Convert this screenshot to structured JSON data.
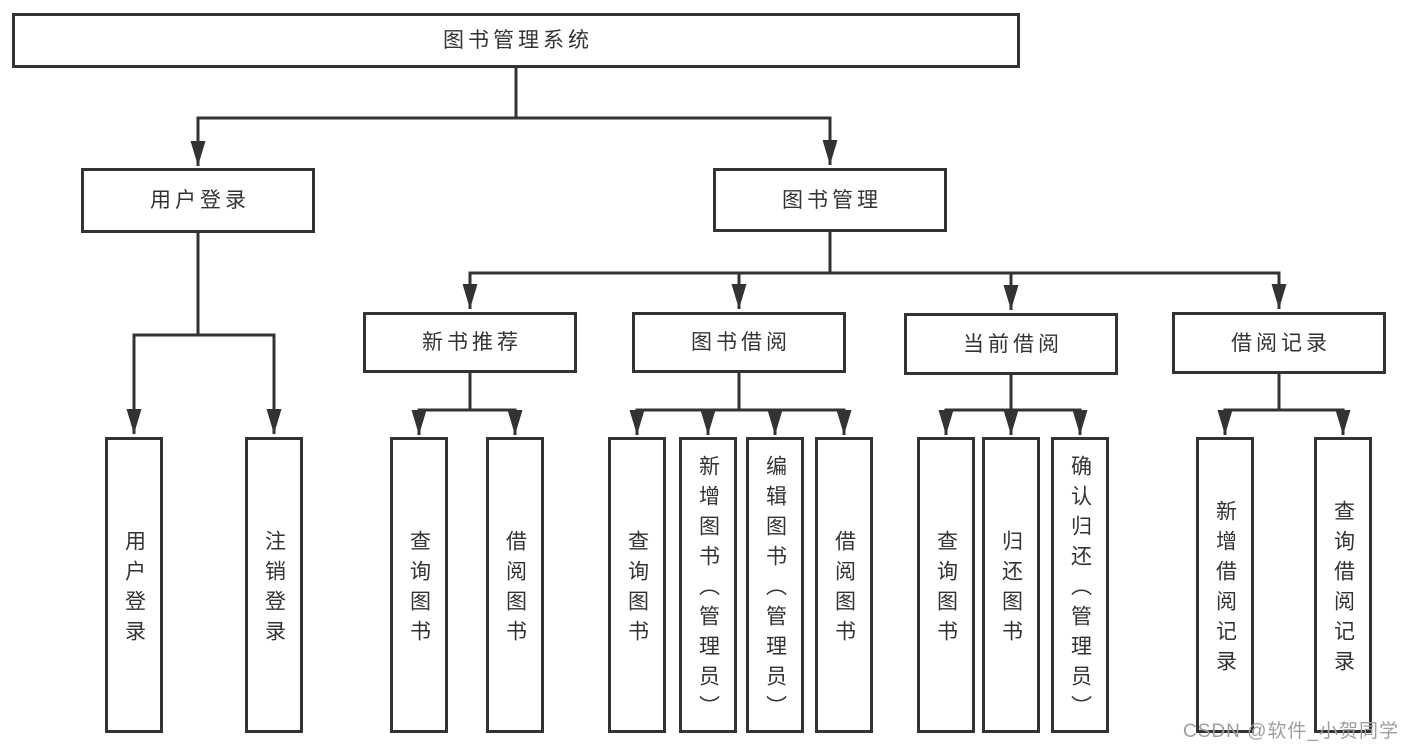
{
  "diagram": {
    "root": {
      "label": "图书管理系统"
    },
    "level2": [
      {
        "label": "用户登录"
      },
      {
        "label": "图书管理"
      }
    ],
    "level3": [
      {
        "label": "新书推荐"
      },
      {
        "label": "图书借阅"
      },
      {
        "label": "当前借阅"
      },
      {
        "label": "借阅记录"
      }
    ],
    "leaves": {
      "user_login": [
        {
          "label": "用户登录"
        },
        {
          "label": "注销登录"
        }
      ],
      "new_book": [
        {
          "label": "查询图书"
        },
        {
          "label": "借阅图书"
        }
      ],
      "book_borrow": [
        {
          "label": "查询图书"
        },
        {
          "label": "新增图书（管理员）"
        },
        {
          "label": "编辑图书（管理员）"
        },
        {
          "label": "借阅图书"
        }
      ],
      "current_borrow": [
        {
          "label": "查询图书"
        },
        {
          "label": "归还图书"
        },
        {
          "label": "确认归还（管理员）"
        }
      ],
      "borrow_record": [
        {
          "label": "新增借阅记录"
        },
        {
          "label": "查询借阅记录"
        }
      ]
    },
    "watermark": "CSDN @软件_小贺同学",
    "colors": {
      "line": "#333333",
      "text": "#333333",
      "watermark": "#9e9e9e",
      "background": "#ffffff"
    }
  }
}
